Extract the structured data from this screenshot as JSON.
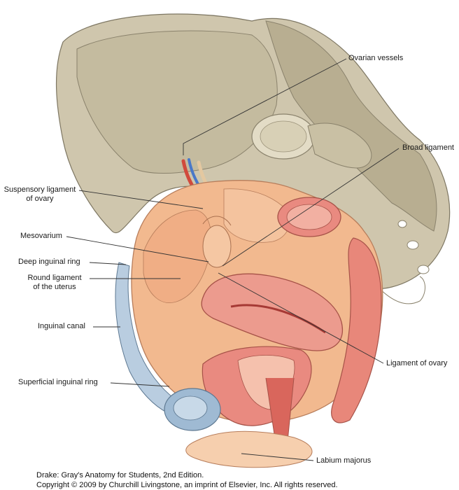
{
  "labels": {
    "ovarian_vessels": "Ovarian vessels",
    "broad_ligament": "Broad ligament",
    "suspensory_line1": "Suspensory ligament",
    "suspensory_line2": "of ovary",
    "mesovarium": "Mesovarium",
    "deep_inguinal_ring": "Deep inguinal ring",
    "round_ligament_line1": "Round ligament",
    "round_ligament_line2": "of the uterus",
    "inguinal_canal": "Inguinal canal",
    "ligament_of_ovary": "Ligament of ovary",
    "superficial_inguinal_ring": "Superficial inguinal ring",
    "labium_majorus": "Labium majorus"
  },
  "credits": {
    "line1": "Drake: Gray's Anatomy for Students, 2nd Edition.",
    "line2": "Copyright © 2009 by Churchill Livingstone, an imprint of Elsevier, Inc. All rights reserved."
  },
  "colors": {
    "bone": "#cfc6ad",
    "bone_shadow": "#a79d82",
    "peritoneum": "#f2b98f",
    "uterus": "#e98a80",
    "muscle": "#e8877a",
    "fascia": "#b9cde0",
    "vein": "#4a78c8",
    "artery": "#d14a3c"
  }
}
